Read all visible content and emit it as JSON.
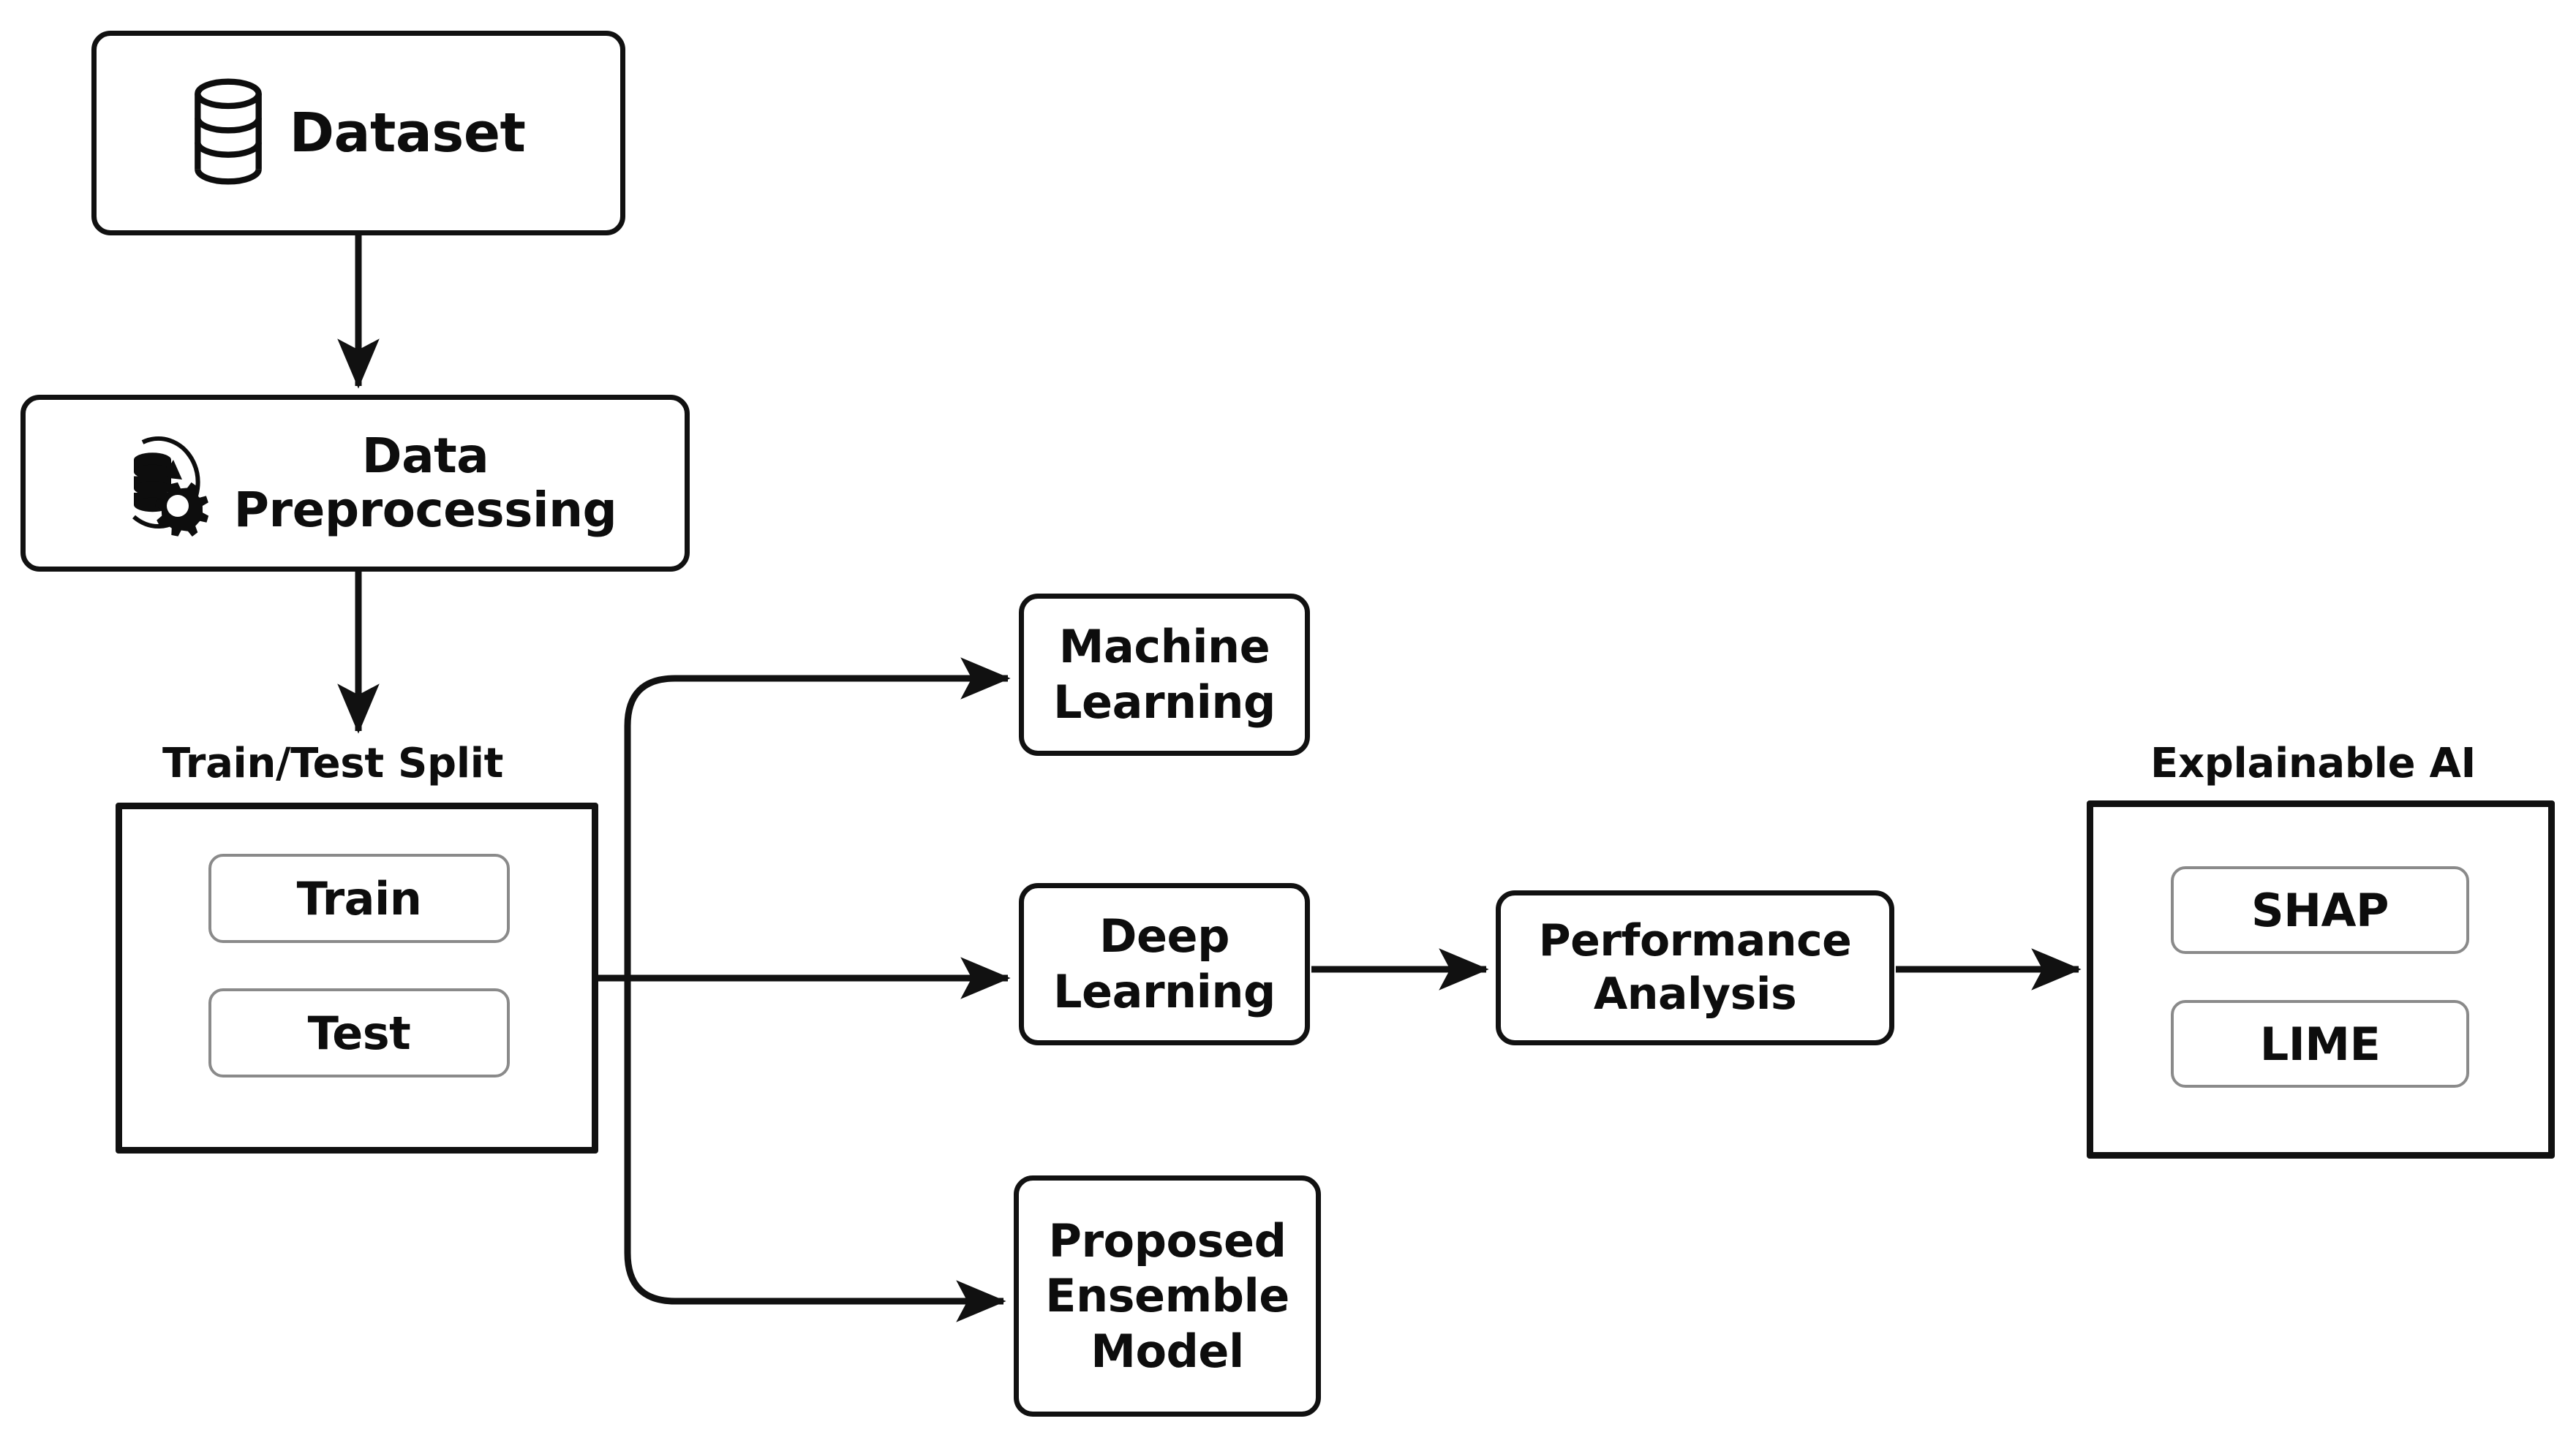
{
  "diagram": {
    "title": "Machine learning pipeline with explainable AI",
    "colors": {
      "stroke": "#111111",
      "inner_stroke": "#8a8a8a",
      "background": "#ffffff",
      "text": "#0d0d0d"
    }
  },
  "nodes": {
    "dataset": {
      "label": "Dataset",
      "icon": "database-icon"
    },
    "preprocessing": {
      "label": "Data\nPreprocessing",
      "line1": "Data",
      "line2": "Preprocessing",
      "icon": "database-gear-refresh-icon"
    },
    "split_group": {
      "label": "Train/Test Split"
    },
    "train": {
      "label": "Train"
    },
    "test": {
      "label": "Test"
    },
    "machine_learning": {
      "label": "Machine\nLearning",
      "line1": "Machine",
      "line2": "Learning"
    },
    "deep_learning": {
      "label": "Deep\nLearning",
      "line1": "Deep",
      "line2": "Learning"
    },
    "proposed_ensemble": {
      "label": "Proposed\nEnsemble\nModel",
      "line1": "Proposed",
      "line2": "Ensemble",
      "line3": "Model"
    },
    "performance": {
      "label": "Performance\nAnalysis",
      "line1": "Performance",
      "line2": "Analysis"
    },
    "xai_group": {
      "label": "Explainable AI"
    },
    "shap": {
      "label": "SHAP"
    },
    "lime": {
      "label": "LIME"
    }
  },
  "edges": [
    {
      "from": "dataset",
      "to": "preprocessing",
      "style": "straight-down-arrow"
    },
    {
      "from": "preprocessing",
      "to": "split_group",
      "style": "straight-down-arrow"
    },
    {
      "from": "split_group",
      "to": "machine_learning",
      "style": "branch-up-right-arrow"
    },
    {
      "from": "split_group",
      "to": "deep_learning",
      "style": "straight-right-arrow"
    },
    {
      "from": "split_group",
      "to": "proposed_ensemble",
      "style": "branch-down-right-arrow"
    },
    {
      "from": "deep_learning",
      "to": "performance",
      "style": "straight-right-arrow"
    },
    {
      "from": "performance",
      "to": "xai_group",
      "style": "straight-right-arrow"
    }
  ]
}
